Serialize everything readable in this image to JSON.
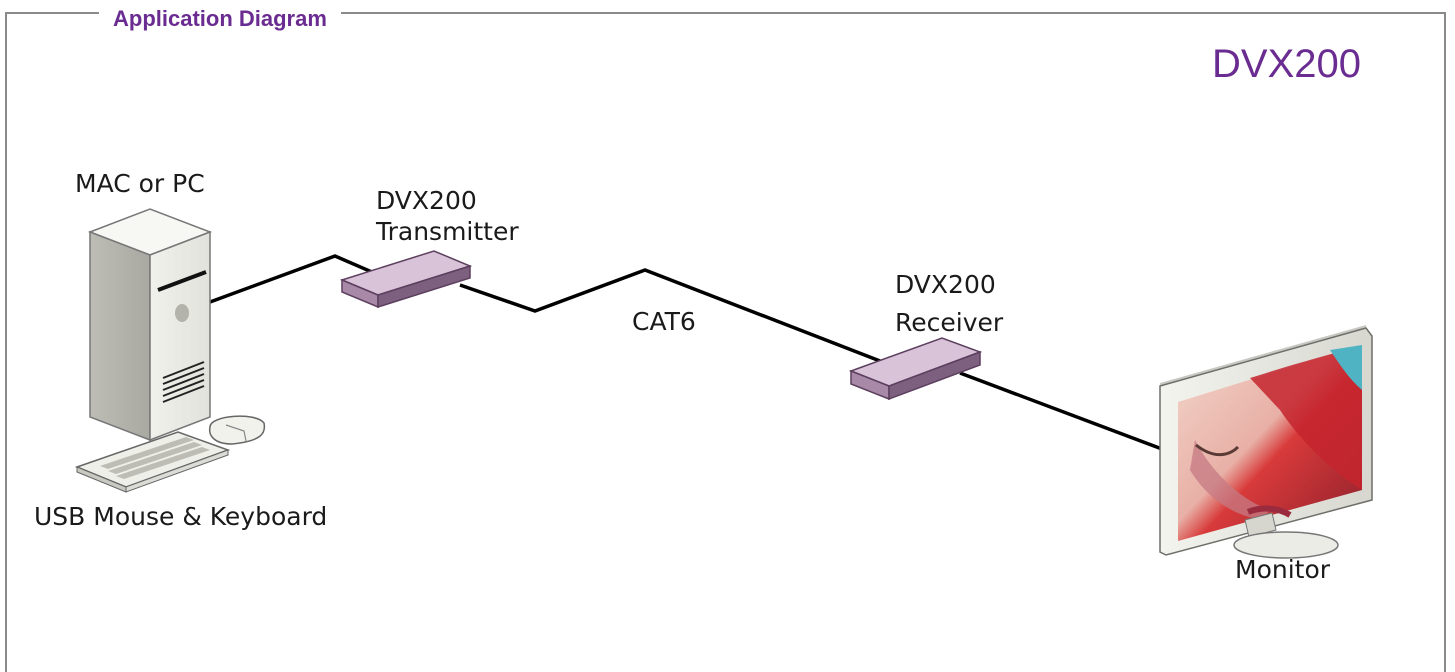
{
  "frame": {
    "title": "Application Diagram"
  },
  "product": {
    "name": "DVX200"
  },
  "labels": {
    "computer": "MAC or PC",
    "transmitter_line1": "DVX200",
    "transmitter_line2": "Transmitter",
    "cable": "CAT6",
    "receiver_line1": "DVX200",
    "receiver_line2": "Receiver",
    "peripherals": "USB Mouse & Keyboard",
    "monitor": "Monitor"
  },
  "colors": {
    "accent": "#6a2c91",
    "device_top": "#d9c3d9",
    "device_front": "#a88aa8",
    "device_side": "#7d5f7f",
    "cable": "#000000",
    "frame": "#8a8a8a"
  }
}
